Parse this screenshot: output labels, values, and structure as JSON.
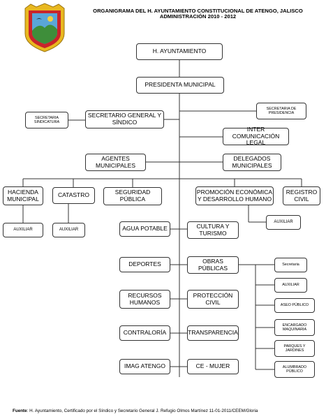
{
  "header": {
    "line1": "ORGANIGRAMA DEL H. AYUNTAMIENTO CONSTITUCIONAL DE ATENGO, JALISCO",
    "line2": "ADMINISTRACIÓN 2010 - 2012"
  },
  "nodes": {
    "ayuntamiento": "H. AYUNTAMIENTO",
    "presidenta": "PRESIDENTA MUNICIPAL",
    "secretaria_sindicatura": "SECRETARIA\nSINDICATURA",
    "secretario_general": "SECRETARIO GENERAL Y\nSÍNDICO",
    "secretaria_presidencia": "SECRETARIA DE\nPRESIDENCIA",
    "inter_comunicacion": "INTER COMUNICACIÓN\nLEGAL",
    "agentes": "AGENTES\nMUNICIPALES",
    "delegados": "DELEGADOS\nMUNICIPALES",
    "hacienda": "HACIENDA\nMUNICIPAL",
    "catastro": "CATASTRO",
    "seguridad": "SEGURIDAD\nPÚBLICA",
    "promocion": "PROMOCIÓN ECONÓMICA\nY DESARROLLO HUMANO",
    "registro": "REGISTRO\nCIVIL",
    "auxiliar_hacienda": "AUXILIAR",
    "auxiliar_catastro": "AUXILIAR",
    "auxiliar_promocion": "AUXILIAR",
    "agua": "AGUA POTABLE",
    "cultura": "CULTURA Y\nTURISMO",
    "deportes": "DEPORTES",
    "obras": "OBRAS\nPÚBLICAS",
    "recursos": "RECURSOS\nHUMANOS",
    "proteccion": "PROTECCIÓN\nCIVIL",
    "contraloria": "CONTRALORÍA",
    "transparencia": "TRANSPARENCIA",
    "imag": "IMAG ATENGO",
    "ce_mujer": "CE - MUJER",
    "obras_secretaria": "Secretaria",
    "obras_auxiliar": "AUXILIAR",
    "aseo": "ASEO PÚBLICO",
    "encargado": "ENCARGADO\nMAQUINARIA",
    "parques": "PARQUES Y\nJARDINES",
    "alumbrado": "ALUMBRADO\nPÚBLICO"
  },
  "footer": {
    "label": "Fuente",
    "text": ": H. Ayuntamiento, Certificado por el Síndico y Secretario General J. Refugio Olmos Martínez 11-01-2011/CEEM/Gloria"
  },
  "colors": {
    "line": "#333333",
    "shield_red": "#c8242b",
    "shield_gold": "#e9b820",
    "shield_green": "#3e8e3a",
    "shield_sky": "#5aa6d8"
  }
}
